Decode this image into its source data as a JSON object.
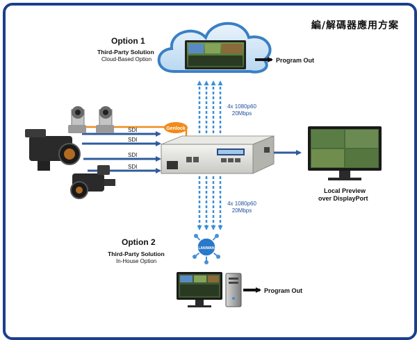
{
  "header": {
    "title": "編/解碼器應用方案"
  },
  "option1": {
    "title": "Option 1",
    "subtitle": "Third-Party Solution",
    "detail": "Cloud-Based Option"
  },
  "option2": {
    "title": "Option 2",
    "subtitle": "Third-Party Solution",
    "detail": "In-House Option"
  },
  "outputs": {
    "program_out_top": "Program Out",
    "program_out_bottom": "Program Out",
    "local_preview_line1": "Local Preview",
    "local_preview_line2": "over DisplayPort"
  },
  "streams": {
    "upper_line1": "4x 1080p60",
    "upper_line2": "20Mbps",
    "lower_line1": "4x 1080p60",
    "lower_line2": "20Mbps"
  },
  "inputs": {
    "sdi_labels": [
      "SDI",
      "SDI",
      "SDI",
      "SDI"
    ],
    "genlock": "Genlock"
  },
  "device": {
    "lan_badge": "LAN/WAN"
  },
  "colors": {
    "frame": "#1c3f8c",
    "sdi_arrow": "#2f5b9e",
    "genlock": "#f08a1c",
    "stream_arrows": "#3a8fd8",
    "output_arrow": "#111111"
  }
}
